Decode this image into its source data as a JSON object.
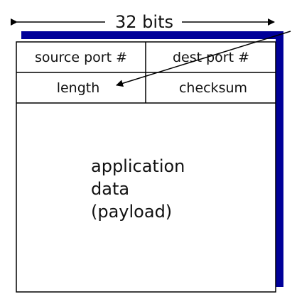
{
  "header": {
    "width_label": "32 bits"
  },
  "fields": {
    "source_port": "source port #",
    "dest_port": "dest port #",
    "length": "length",
    "checksum": "checksum"
  },
  "payload": {
    "lines": [
      "application",
      "data",
      "(payload)"
    ]
  },
  "colors": {
    "shadow": "#000099",
    "line": "#000000",
    "text": "#111111",
    "background": "#ffffff"
  }
}
